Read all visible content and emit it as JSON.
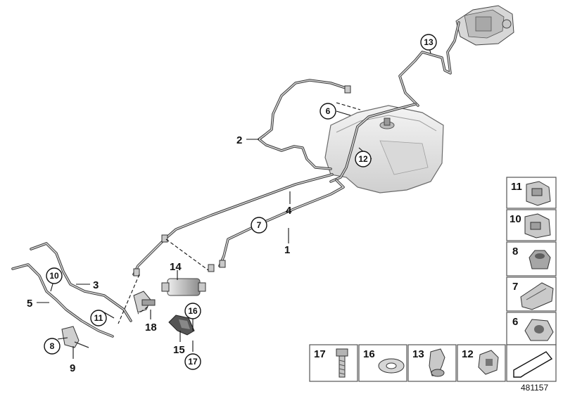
{
  "diagram": {
    "callouts": [
      {
        "id": "c1",
        "text": "1"
      },
      {
        "id": "c2",
        "text": "2"
      },
      {
        "id": "c3",
        "text": "3"
      },
      {
        "id": "c4",
        "text": "4"
      },
      {
        "id": "c5",
        "text": "5"
      },
      {
        "id": "c9",
        "text": "9"
      },
      {
        "id": "c14",
        "text": "14"
      },
      {
        "id": "c15",
        "text": "15"
      },
      {
        "id": "c18",
        "text": "18"
      }
    ],
    "circled_callouts": [
      {
        "id": "cc6",
        "text": "6"
      },
      {
        "id": "cc7",
        "text": "7"
      },
      {
        "id": "cc8",
        "text": "8"
      },
      {
        "id": "cc10",
        "text": "10"
      },
      {
        "id": "cc11",
        "text": "11"
      },
      {
        "id": "cc12",
        "text": "12"
      },
      {
        "id": "cc13",
        "text": "13"
      },
      {
        "id": "cc16",
        "text": "16"
      },
      {
        "id": "cc17",
        "text": "17"
      }
    ],
    "side_panels": [
      {
        "text": "11"
      },
      {
        "text": "10"
      },
      {
        "text": "8"
      },
      {
        "text": "7"
      },
      {
        "text": "6"
      }
    ],
    "bottom_panels": [
      {
        "text": "17"
      },
      {
        "text": "16"
      },
      {
        "text": "13"
      },
      {
        "text": "12"
      }
    ],
    "reference_number": "481157"
  },
  "colors": {
    "pipe": "#3a3a3a",
    "tank_fill": "#e6e6e6",
    "line": "#111111"
  }
}
